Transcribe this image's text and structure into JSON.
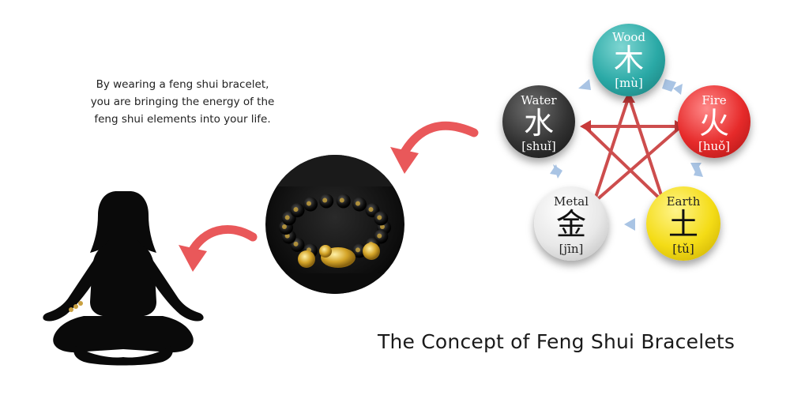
{
  "intro": {
    "line1": "By wearing a feng shui bracelet,",
    "line2": "you are bringing the energy of the",
    "line3": "feng shui elements into your life."
  },
  "title": "The Concept of Feng Shui Bracelets",
  "elements": {
    "wood": {
      "name": "Wood",
      "char": "木",
      "pinyin": "[mù]"
    },
    "fire": {
      "name": "Fire",
      "char": "火",
      "pinyin": "[huǒ]"
    },
    "earth": {
      "name": "Earth",
      "char": "土",
      "pinyin": "[tǔ]"
    },
    "metal": {
      "name": "Metal",
      "char": "金",
      "pinyin": "[jīn]"
    },
    "water": {
      "name": "Water",
      "char": "水",
      "pinyin": "[shuǐ]"
    }
  },
  "colors": {
    "wood": "#2aa9a6",
    "fire": "#e62a2a",
    "earth": "#f4dc16",
    "metal": "#e8e8e8",
    "water": "#333333",
    "star_line": "#c83a3a",
    "cycle_arrow": "#a9c4e4",
    "curved_arrow": "#e9585a"
  },
  "icons": {
    "silhouette": "meditating-woman-silhouette",
    "bracelet": "feng-shui-bracelet-photo",
    "arrow": "curved-arrow-icon"
  }
}
